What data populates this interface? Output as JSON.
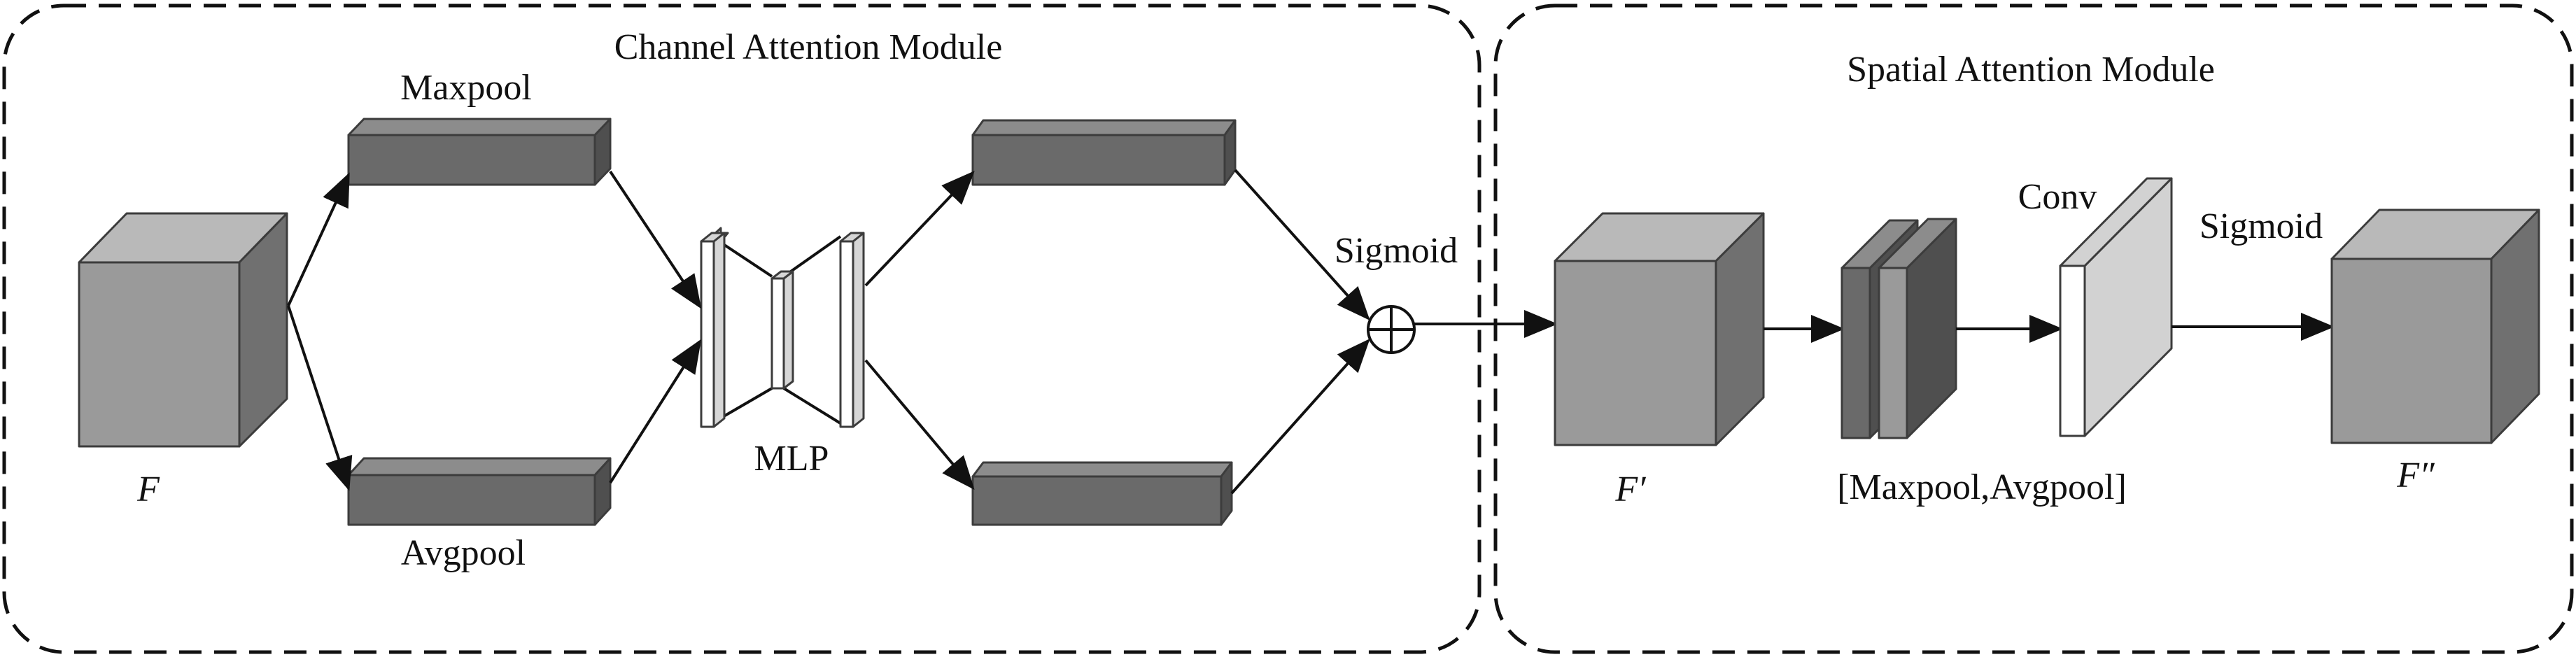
{
  "modules": {
    "channel": {
      "title": "Channel Attention Module"
    },
    "spatial": {
      "title": "Spatial Attention Module"
    }
  },
  "labels": {
    "maxpool": "Maxpool",
    "avgpool": "Avgpool",
    "mlp": "MLP",
    "sigmoid_channel": "Sigmoid",
    "sigmoid_spatial": "Sigmoid",
    "conv": "Conv",
    "concat": "[Maxpool,Avgpool]"
  },
  "features": {
    "input": "F",
    "refined": "F′",
    "output": "F″"
  },
  "colors": {
    "cube_front": "#9a9a9a",
    "cube_top": "#b9b9b9",
    "cube_side": "#707070",
    "bar_front": "#6a6a6a",
    "bar_top": "#8c8c8c",
    "bar_side": "#4f4f4f",
    "mlp_front": "#ffffff",
    "mlp_side": "#d6d6d6",
    "conv_front": "#ffffff",
    "conv_side": "#d2d2d2"
  },
  "icons": {
    "add": "circle-plus-icon"
  }
}
